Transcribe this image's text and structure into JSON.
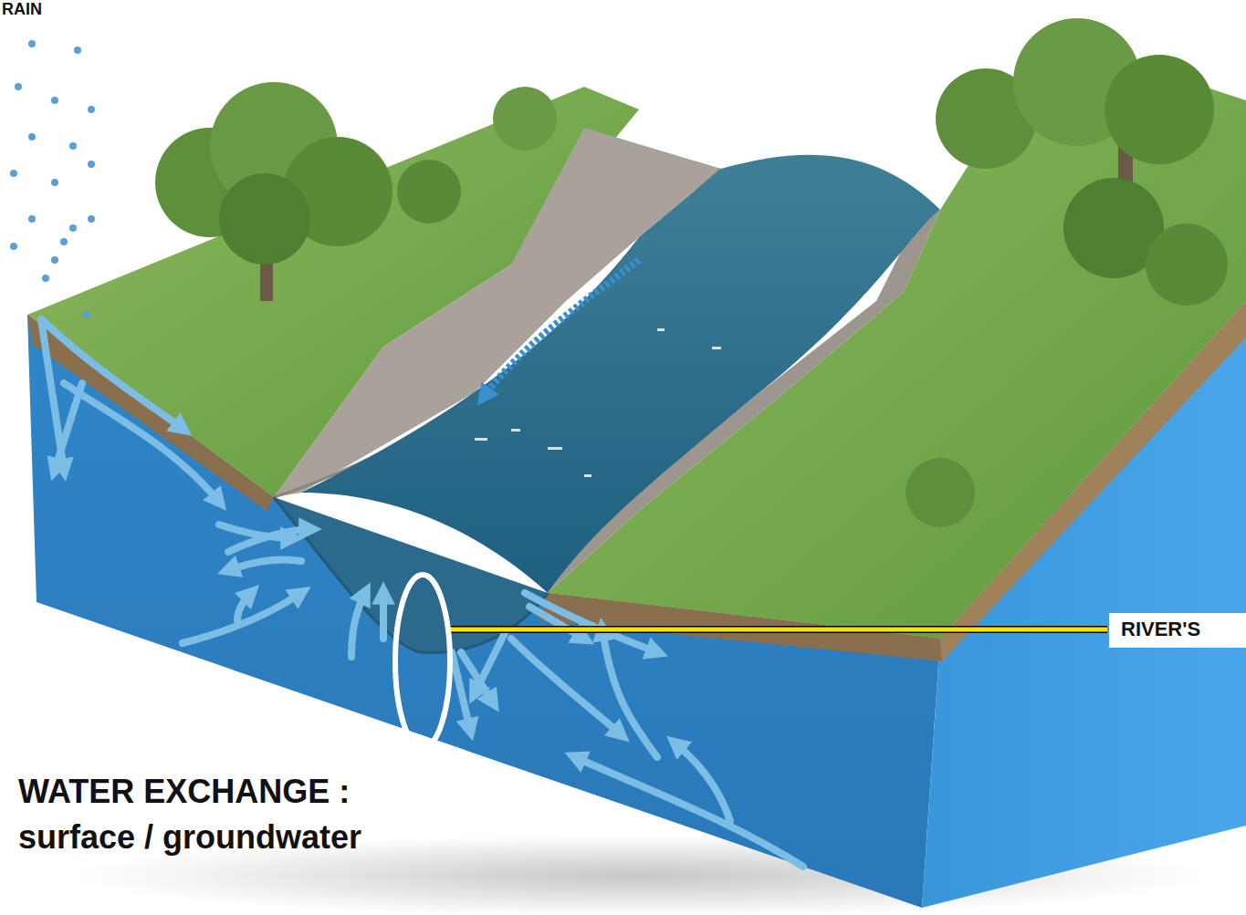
{
  "diagram": {
    "labels": [
      "RAIN",
      "RIVER'S",
      "WATER EXCHANGE :",
      "surface / groundwater"
    ]
  }
}
